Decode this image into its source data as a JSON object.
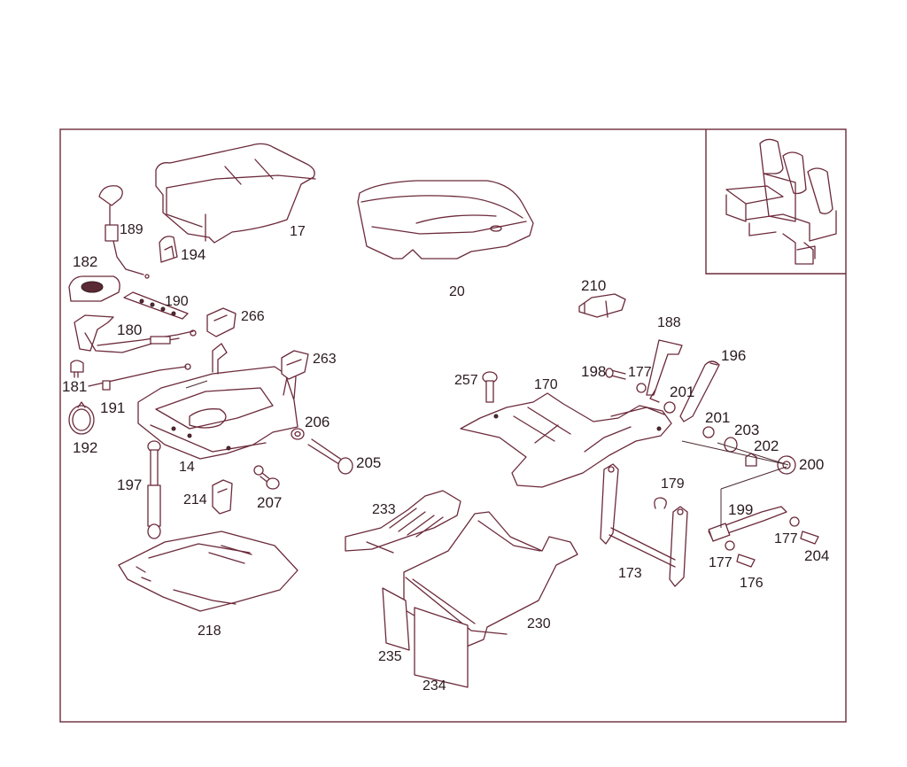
{
  "parts": [
    {
      "key": "p17",
      "label": "17"
    },
    {
      "key": "p20",
      "label": "20"
    },
    {
      "key": "p189",
      "label": "189"
    },
    {
      "key": "p194",
      "label": "194"
    },
    {
      "key": "p182",
      "label": "182"
    },
    {
      "key": "p190",
      "label": "190"
    },
    {
      "key": "p266",
      "label": "266"
    },
    {
      "key": "p180",
      "label": "180"
    },
    {
      "key": "p263",
      "label": "263"
    },
    {
      "key": "p181",
      "label": "181"
    },
    {
      "key": "p191",
      "label": "191"
    },
    {
      "key": "p192",
      "label": "192"
    },
    {
      "key": "p206",
      "label": "206"
    },
    {
      "key": "p205",
      "label": "205"
    },
    {
      "key": "p14",
      "label": "14"
    },
    {
      "key": "p197",
      "label": "197"
    },
    {
      "key": "p214",
      "label": "214"
    },
    {
      "key": "p207",
      "label": "207"
    },
    {
      "key": "p218",
      "label": "218"
    },
    {
      "key": "p210",
      "label": "210"
    },
    {
      "key": "p188",
      "label": "188"
    },
    {
      "key": "p196",
      "label": "196"
    },
    {
      "key": "p198",
      "label": "198"
    },
    {
      "key": "p177a",
      "label": "177"
    },
    {
      "key": "p257",
      "label": "257"
    },
    {
      "key": "p170",
      "label": "170"
    },
    {
      "key": "p201a",
      "label": "201"
    },
    {
      "key": "p201b",
      "label": "201"
    },
    {
      "key": "p203",
      "label": "203"
    },
    {
      "key": "p202",
      "label": "202"
    },
    {
      "key": "p200",
      "label": "200"
    },
    {
      "key": "p179",
      "label": "179"
    },
    {
      "key": "p199",
      "label": "199"
    },
    {
      "key": "p177b",
      "label": "177"
    },
    {
      "key": "p204",
      "label": "204"
    },
    {
      "key": "p177c",
      "label": "177"
    },
    {
      "key": "p176",
      "label": "176"
    },
    {
      "key": "p173",
      "label": "173"
    },
    {
      "key": "p233",
      "label": "233"
    },
    {
      "key": "p230",
      "label": "230"
    },
    {
      "key": "p235",
      "label": "235"
    },
    {
      "key": "p234",
      "label": "234"
    }
  ]
}
